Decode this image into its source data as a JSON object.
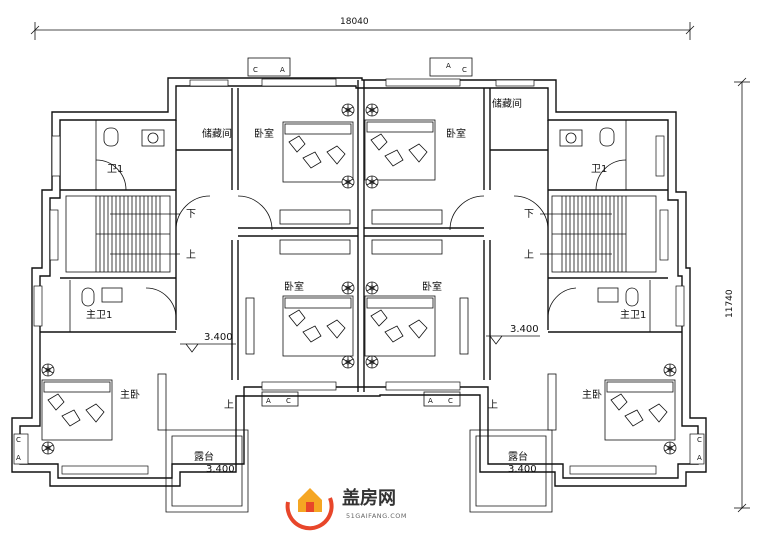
{
  "dimensions": {
    "width_total": "18040",
    "height_total": "11740"
  },
  "rooms": {
    "storage": "储藏间",
    "bedroom": "卧室",
    "bath": "卫1",
    "master_bath": "主卫1",
    "master_bedroom": "主卧",
    "balcony": "露台"
  },
  "stairs": {
    "down": "下",
    "up": "上"
  },
  "elevations": {
    "floor": "3.400"
  },
  "window_tag": {
    "a": "A",
    "c": "C"
  },
  "logo": {
    "name": "盖房网",
    "url": "51GAIFANG.COM",
    "brand_color": "#e8462a",
    "accent_color": "#f5a623"
  },
  "icons": [
    "house-logo-icon"
  ]
}
